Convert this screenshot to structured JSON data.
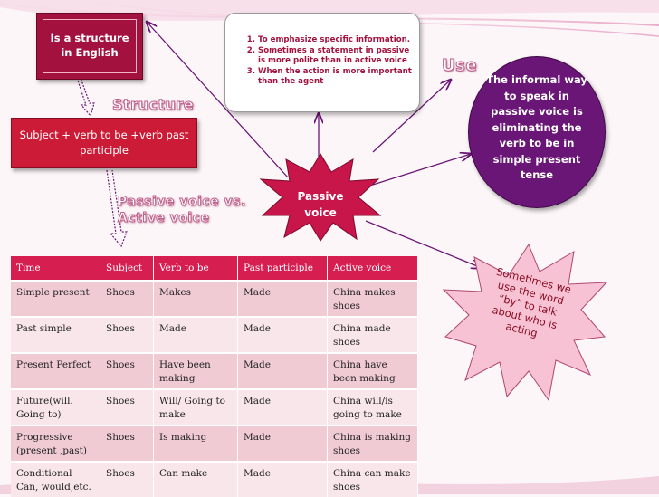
{
  "structure_box": {
    "line1": "Is a structure",
    "line2": "in English"
  },
  "structure_heading": "Structure",
  "formula_box": "Subject + verb to be +verb past participle",
  "uses": [
    "To emphasize specific information.",
    "Sometimes a statement in passive is more polite than in active voice",
    "When the action is more important than the agent"
  ],
  "use_heading": "Use",
  "informal_box": "The informal way to speak in passive voice is eliminating the verb to be in simple present tense",
  "center": {
    "line1": "Passive",
    "line2": "voice"
  },
  "compare_heading": {
    "line1": "Passive voice vs.",
    "line2": "Active voice"
  },
  "sometimes_star": "Sometimes we use the word “by” to talk about who is acting",
  "table": {
    "headers": [
      "Time",
      "Subject",
      "Verb to be",
      "Past participle",
      "Active voice"
    ],
    "rows": [
      [
        "Simple present",
        "Shoes",
        "Makes",
        "Made",
        "China makes shoes"
      ],
      [
        "Past simple",
        "Shoes",
        "Made",
        "Made",
        "China made shoes"
      ],
      [
        "Present Perfect",
        "Shoes",
        "Have been making",
        "Made",
        "China have been making"
      ],
      [
        "Future(will. Going to)",
        "Shoes",
        "Will/ Going to make",
        "Made",
        "China will/is going to make"
      ],
      [
        "Progressive (present ,past)",
        "Shoes",
        "Is making",
        "Made",
        "China is making shoes"
      ],
      [
        "Conditional Can, would,etc.",
        "Shoes",
        "Can make",
        "Made",
        "China can make shoes"
      ]
    ]
  },
  "colors": {
    "crimson": "#a3123e",
    "red": "#cc1b36",
    "purple": "#6a1676",
    "pink_star": "#f7c3d4",
    "table_header": "#d61f50"
  }
}
